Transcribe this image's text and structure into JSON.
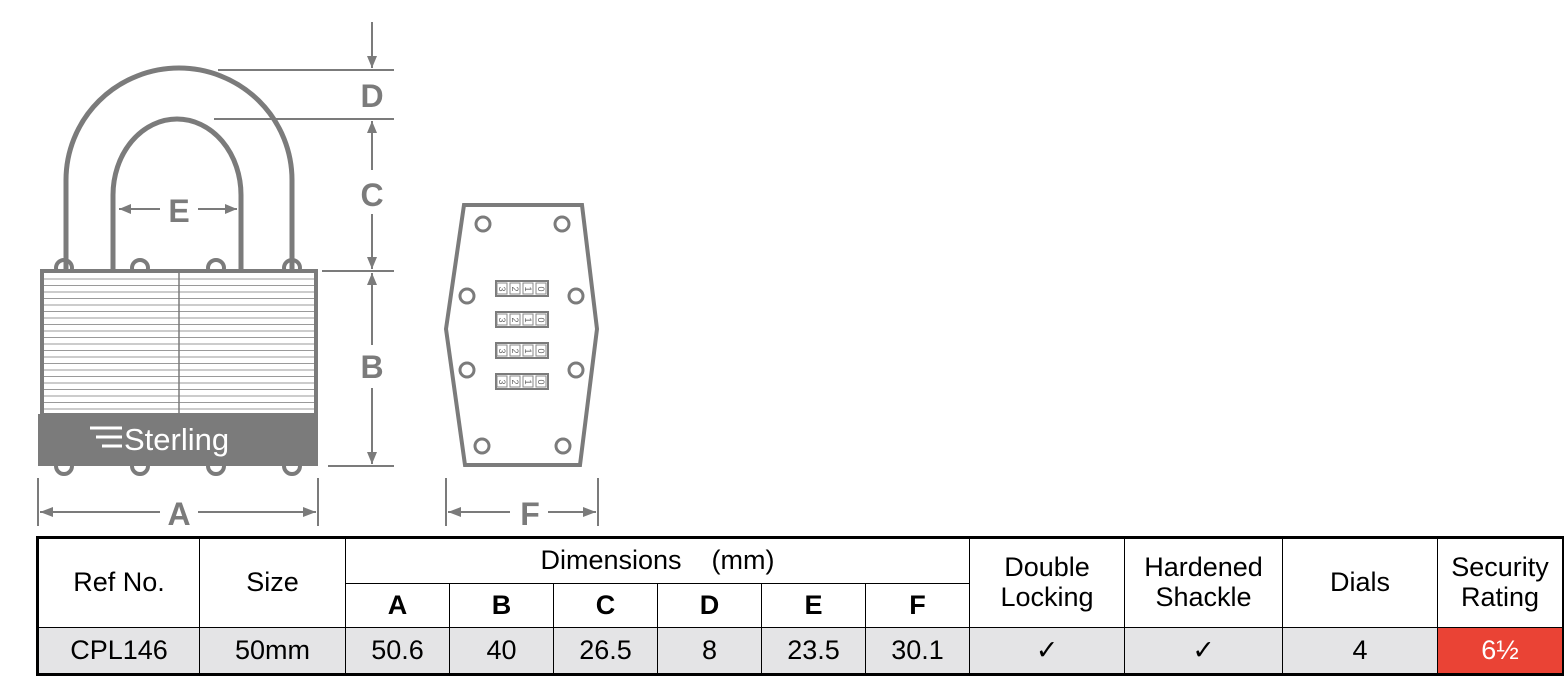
{
  "diagram": {
    "brand_name": "Sterling",
    "dimension_labels": {
      "A": "A",
      "B": "B",
      "C": "C",
      "D": "D",
      "E": "E",
      "F": "F"
    },
    "dial_digits": [
      "3",
      "2",
      "1",
      "0"
    ]
  },
  "table": {
    "headers": {
      "ref_no": "Ref No.",
      "size": "Size",
      "dimensions": "Dimensions    (mm)",
      "double_locking_1": "Double",
      "double_locking_2": "Locking",
      "hardened_shackle_1": "Hardened",
      "hardened_shackle_2": "Shackle",
      "dials": "Dials",
      "security_rating_1": "Security",
      "security_rating_2": "Rating"
    },
    "dimension_columns": [
      "A",
      "B",
      "C",
      "D",
      "E",
      "F"
    ],
    "row": {
      "ref_no": "CPL146",
      "size": "50mm",
      "dimensions": [
        "50.6",
        "40",
        "26.5",
        "8",
        "23.5",
        "30.1"
      ],
      "double_locking": "✓",
      "hardened_shackle": "✓",
      "dials": "4",
      "security_rating": "6½"
    }
  },
  "colors": {
    "line": "#7b7b7b",
    "brand_band": "#7b7b7b",
    "rating_bg": "#ea4335",
    "row_bg": "#e4e4e6"
  }
}
